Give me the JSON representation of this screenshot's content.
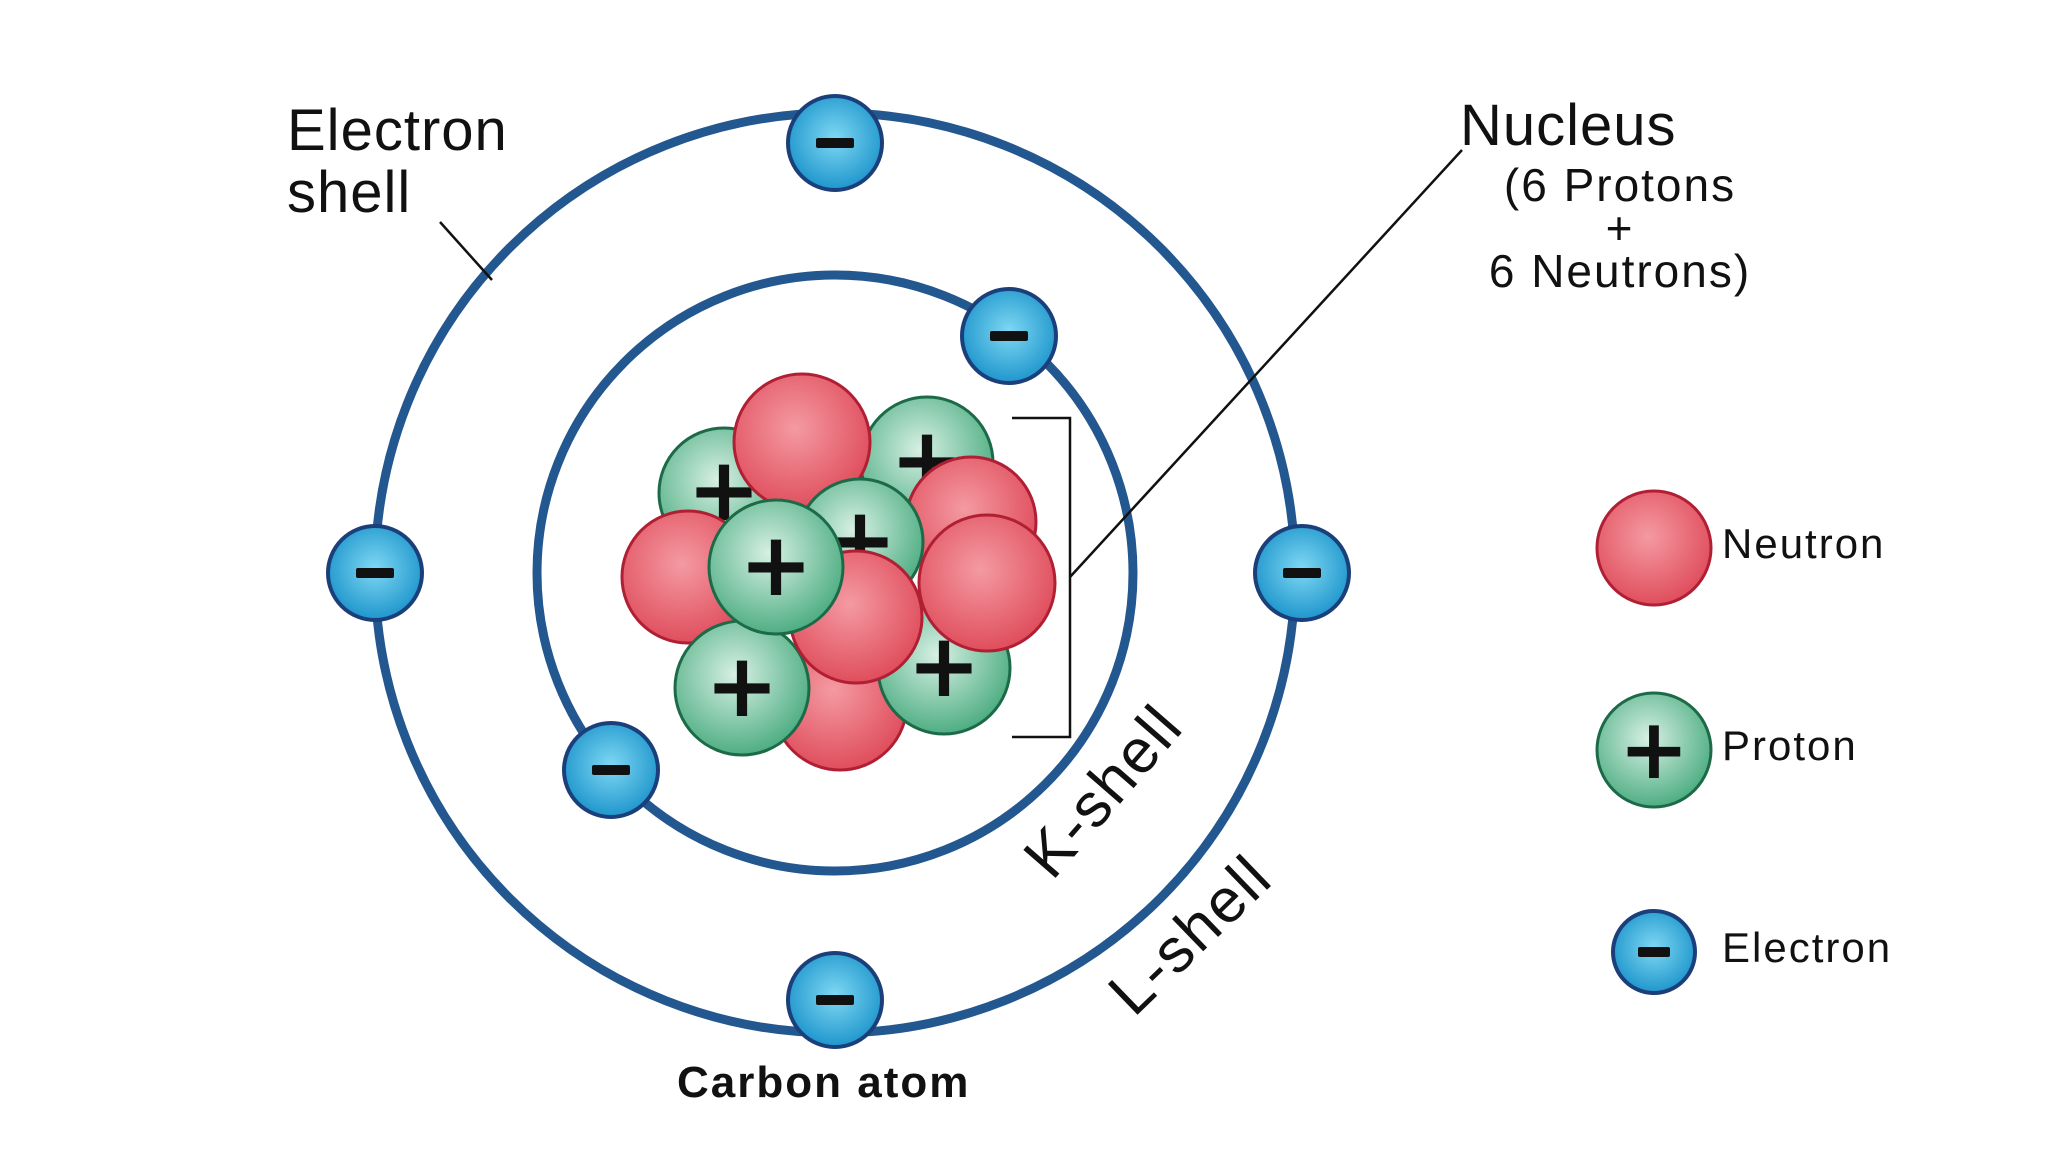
{
  "labels": {
    "electron_shell_line1": "Electron",
    "electron_shell_line2": "shell",
    "nucleus_title": "Nucleus",
    "nucleus_line1": "(6 Protons",
    "nucleus_plus": "+",
    "nucleus_line2": "6 Neutrons)",
    "k_shell": "K-shell",
    "l_shell": "L-shell",
    "caption": "Carbon atom"
  },
  "legend": {
    "neutron": "Neutron",
    "proton": "Proton",
    "electron": "Electron"
  },
  "symbols": {
    "proton": "+",
    "electron": "−"
  },
  "colors": {
    "shell": "#23578f",
    "neutron": "#e5636f",
    "neutron_stroke": "#b01f34",
    "proton": "#5fb891",
    "proton_stroke": "#1c6a48",
    "electron": "#26a6d6",
    "electron_stroke": "#1b3f7a"
  },
  "counts": {
    "protons": 6,
    "neutrons": 6,
    "k_shell_electrons": 2,
    "l_shell_electrons": 4
  }
}
